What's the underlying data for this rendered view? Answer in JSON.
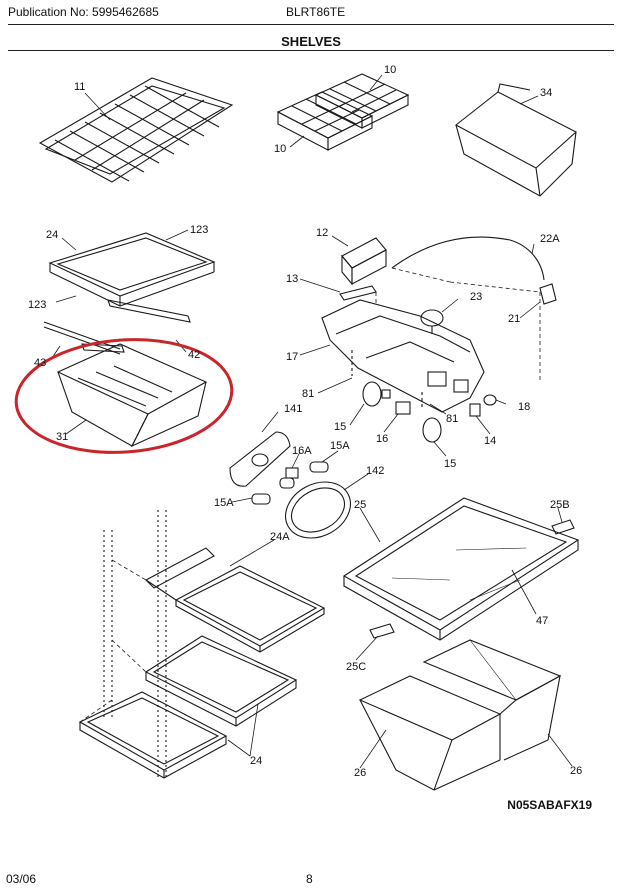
{
  "header": {
    "publication": "Publication No: 5995462685",
    "model": "BLRT86TE",
    "section_title": "SHELVES"
  },
  "callouts": {
    "c11": "11",
    "c10a": "10",
    "c10b": "10",
    "c34": "34",
    "c24a": "24",
    "c123a": "123",
    "c123b": "123",
    "c43": "43",
    "c42": "42",
    "c31": "31",
    "c12": "12",
    "c22a": "22A",
    "c13": "13",
    "c23": "23",
    "c21": "21",
    "c17": "17",
    "c81a": "81",
    "c81b": "81",
    "c141": "141",
    "c15a": "15",
    "c15b": "15",
    "c16": "16",
    "c18": "18",
    "c14": "14",
    "c16a": "16A",
    "c15a2": "15A",
    "c142": "142",
    "c15a3": "15A",
    "c25": "25",
    "c25b": "25B",
    "c24a2": "24A",
    "c47": "47",
    "c25c": "25C",
    "c24b": "24",
    "c26a": "26",
    "c26b": "26"
  },
  "diagram_code": "N05SABAFX19",
  "footer": {
    "date": "03/06",
    "page": "8"
  },
  "colors": {
    "line": "#1a1a1a",
    "highlight": "#c8262a",
    "background": "#ffffff"
  }
}
